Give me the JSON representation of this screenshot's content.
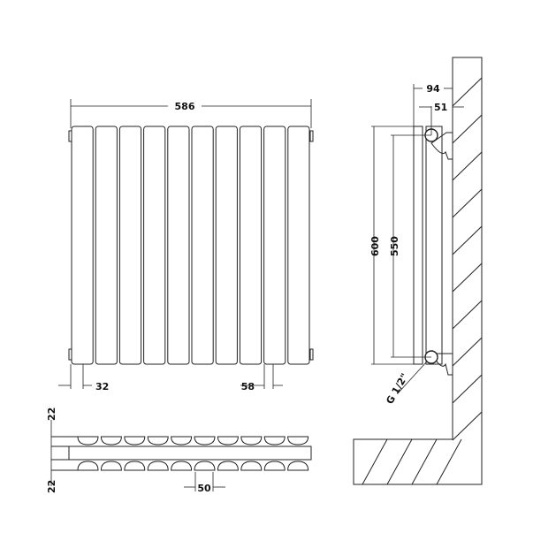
{
  "front_view": {
    "width_label": "586",
    "edge_label": "32",
    "pitch_label": "58",
    "columns": 10
  },
  "top_view": {
    "top_depth_label": "22",
    "bottom_depth_label": "22",
    "pitch_label": "50"
  },
  "side_view": {
    "height_label": "600",
    "centres_label": "550",
    "projection_label": "94",
    "pipe_offset_label": "51",
    "connection_label": "G 1/2\""
  },
  "colors": {
    "line": "#222222",
    "background": "#ffffff"
  }
}
